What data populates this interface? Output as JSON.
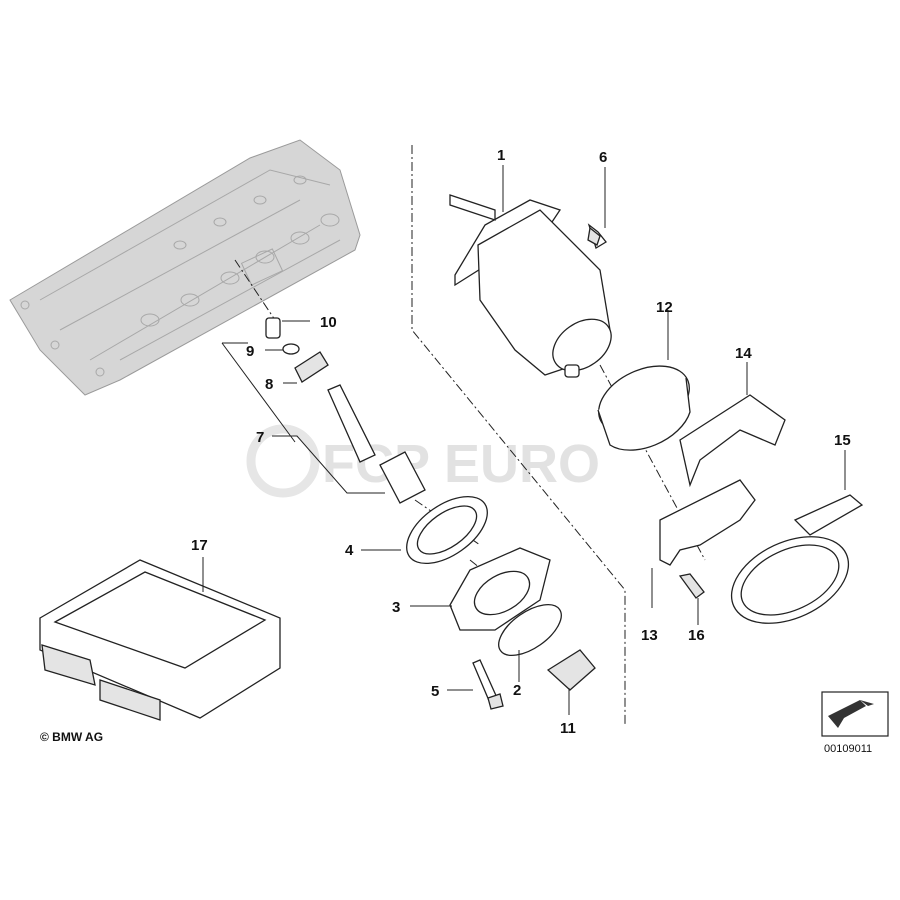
{
  "diagram": {
    "callouts": [
      {
        "id": "c1",
        "text": "1"
      },
      {
        "id": "c2",
        "text": "2"
      },
      {
        "id": "c3",
        "text": "3"
      },
      {
        "id": "c4",
        "text": "4"
      },
      {
        "id": "c5",
        "text": "5"
      },
      {
        "id": "c6",
        "text": "6"
      },
      {
        "id": "c7",
        "text": "7"
      },
      {
        "id": "c8",
        "text": "8"
      },
      {
        "id": "c9",
        "text": "9"
      },
      {
        "id": "c10",
        "text": "10"
      },
      {
        "id": "c11",
        "text": "11"
      },
      {
        "id": "c12",
        "text": "12"
      },
      {
        "id": "c13",
        "text": "13"
      },
      {
        "id": "c14",
        "text": "14"
      },
      {
        "id": "c15",
        "text": "15"
      },
      {
        "id": "c16",
        "text": "16"
      },
      {
        "id": "c17",
        "text": "17"
      }
    ],
    "copyright": "© BMW AG",
    "drawing_number": "00109011",
    "watermark": "FCP EURO"
  }
}
